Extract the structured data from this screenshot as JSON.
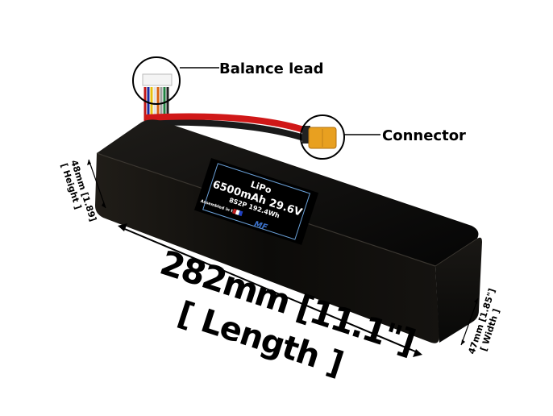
{
  "product": {
    "chemistry": "LiPo",
    "spec_line": "6500mAh 29.6V",
    "config_line": "8S2P 192.4Wh",
    "assembled_note": "Assembled in the",
    "logo": "MF"
  },
  "callouts": {
    "balance_lead": "Balance lead",
    "connector": "Connector"
  },
  "dimensions": {
    "length": "282mm [11.1\"]",
    "length_label": "[ Length ]",
    "height": "48mm [1.89]",
    "height_label": "[ Height ]",
    "width": "47mm [1.85\"]",
    "width_label": "[ Width ]"
  },
  "colors": {
    "battery_body": "#0b0a08",
    "red_wire": "#d01818",
    "connector": "#e8a020",
    "label_border": "#6aa0d8",
    "text": "#000000"
  }
}
